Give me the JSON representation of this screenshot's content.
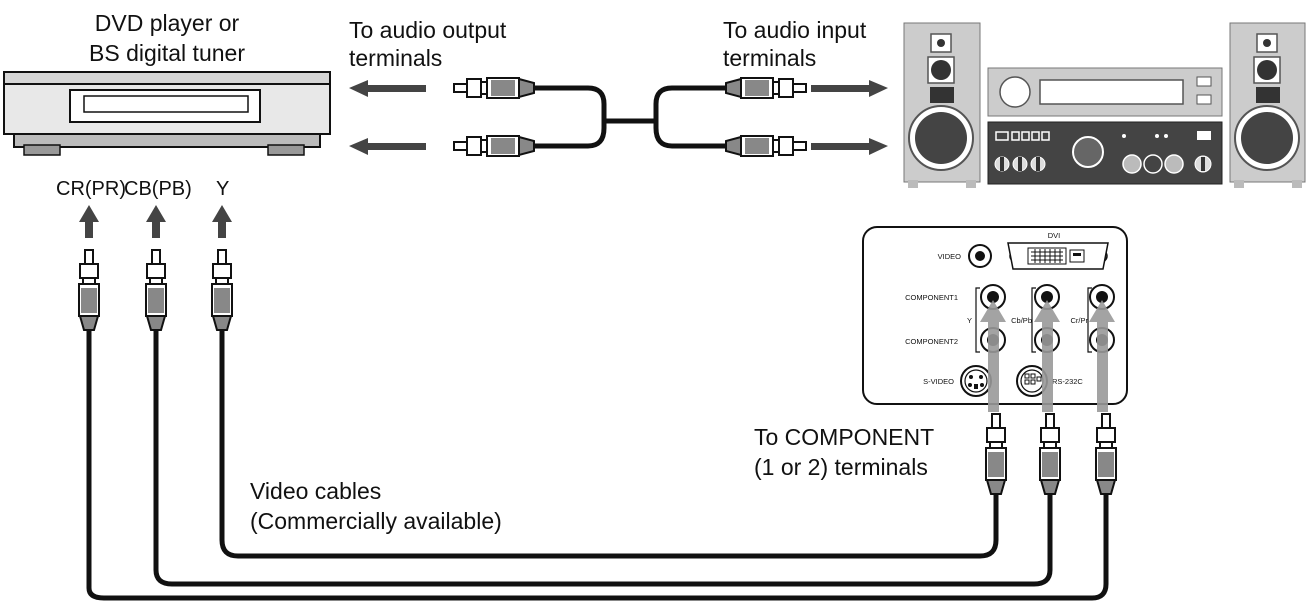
{
  "source": {
    "title_line1": "DVD player or",
    "title_line2": "BS digital tuner",
    "terminals": {
      "cr": "CR(PR)",
      "cb": "CB(PB)",
      "y": "Y"
    }
  },
  "audio": {
    "output_line1": "To audio output",
    "output_line2": "terminals",
    "input_line1": "To audio input",
    "input_line2": "terminals"
  },
  "video_cables": {
    "line1": "Video cables",
    "line2": "(Commercially available)"
  },
  "component_caption": {
    "line1": "To COMPONENT",
    "line2": "(1 or 2) terminals"
  },
  "panel": {
    "dvi": "DVI",
    "video": "VIDEO",
    "component1": "COMPONENT1",
    "component2": "COMPONENT2",
    "y": "Y",
    "cbpb": "Cb/Pb",
    "crpr": "Cr/Pr",
    "svideo": "S-VIDEO",
    "rs232c": "RS-232C"
  }
}
